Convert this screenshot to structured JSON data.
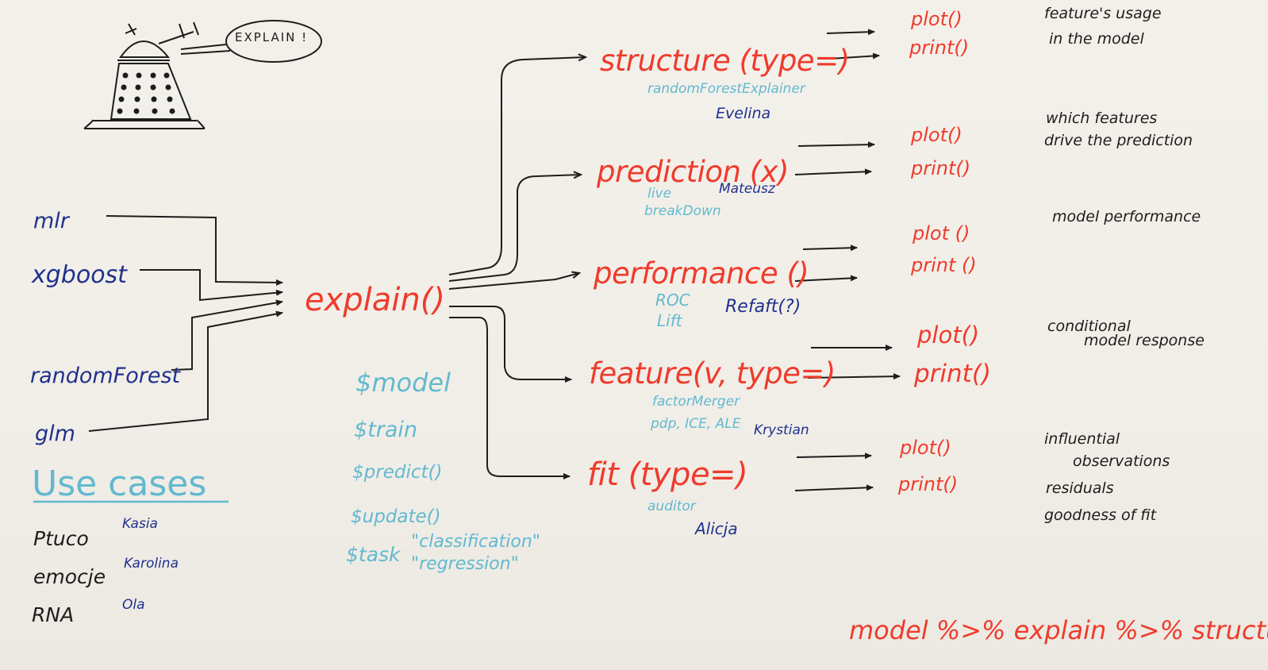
{
  "explain_bubble": "EXPLAIN !",
  "inputs": [
    "mlr",
    "xgboost",
    "randomForest",
    "glm"
  ],
  "explain_call": "explain()",
  "explainer_fields": [
    "$model",
    "$train",
    "$predict()",
    "$update()"
  ],
  "task_field": {
    "name": "$task",
    "values": [
      "\"classification\"",
      "\"regression\""
    ]
  },
  "methods": [
    {
      "call": "structure (type=)",
      "subs": [
        "randomForestExplainer"
      ],
      "author": "Evelina",
      "outputs": [
        "plot()",
        "print()"
      ],
      "description": [
        "feature's usage",
        "in the model"
      ]
    },
    {
      "call": "prediction (x)",
      "subs": [
        "live",
        "breakDown"
      ],
      "author": "Mateusz",
      "outputs": [
        "plot()",
        "print()"
      ],
      "description": [
        "which features",
        "drive the prediction"
      ]
    },
    {
      "call": "performance ()",
      "subs": [
        "ROC",
        "Lift"
      ],
      "author": "Refaft(?)",
      "outputs": [
        "plot ()",
        "print ()"
      ],
      "description": [
        "model performance"
      ]
    },
    {
      "call": "feature(v, type=)",
      "subs": [
        "factorMerger",
        "pdp, ICE, ALE"
      ],
      "author": "Krystian",
      "outputs": [
        "plot()",
        "print()"
      ],
      "description": [
        "conditional",
        "model response"
      ]
    },
    {
      "call": "fit (type=)",
      "subs": [
        "auditor"
      ],
      "author": "Alicja",
      "outputs": [
        "plot()",
        "print()"
      ],
      "description": [
        "influential",
        "observations",
        "residuals",
        "goodness of fit"
      ]
    }
  ],
  "use_cases": {
    "title": "Use cases",
    "items": [
      {
        "name": "Ptuco",
        "person": "Kasia"
      },
      {
        "name": "emocje",
        "person": "Karolina"
      },
      {
        "name": "RNA",
        "person": "Ola"
      }
    ]
  },
  "pipe": "model %>% explain %>% structure",
  "colors": {
    "board": "#f3f0ea",
    "method_red": "#ef3b2c",
    "ink_black": "#1d1d1d",
    "author_navy": "#20318d",
    "package_teal": "#62b9cf"
  }
}
